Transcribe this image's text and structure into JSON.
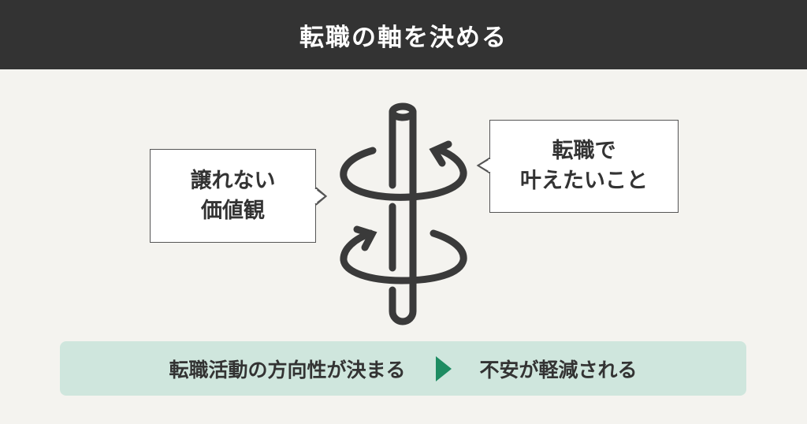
{
  "title": "転職の軸を決める",
  "left_bubble": {
    "lines": [
      "譲れない",
      "価値観"
    ]
  },
  "right_bubble": {
    "lines": [
      "転職で",
      "叶えたいこと"
    ]
  },
  "bottom": {
    "from": "転職活動の方向性が決まる",
    "to": "不安が軽減される"
  },
  "colors": {
    "header": "#333333",
    "background": "#f4f3ef",
    "bottom_box": "#cfe6dd",
    "arrow": "#1e8c62"
  }
}
